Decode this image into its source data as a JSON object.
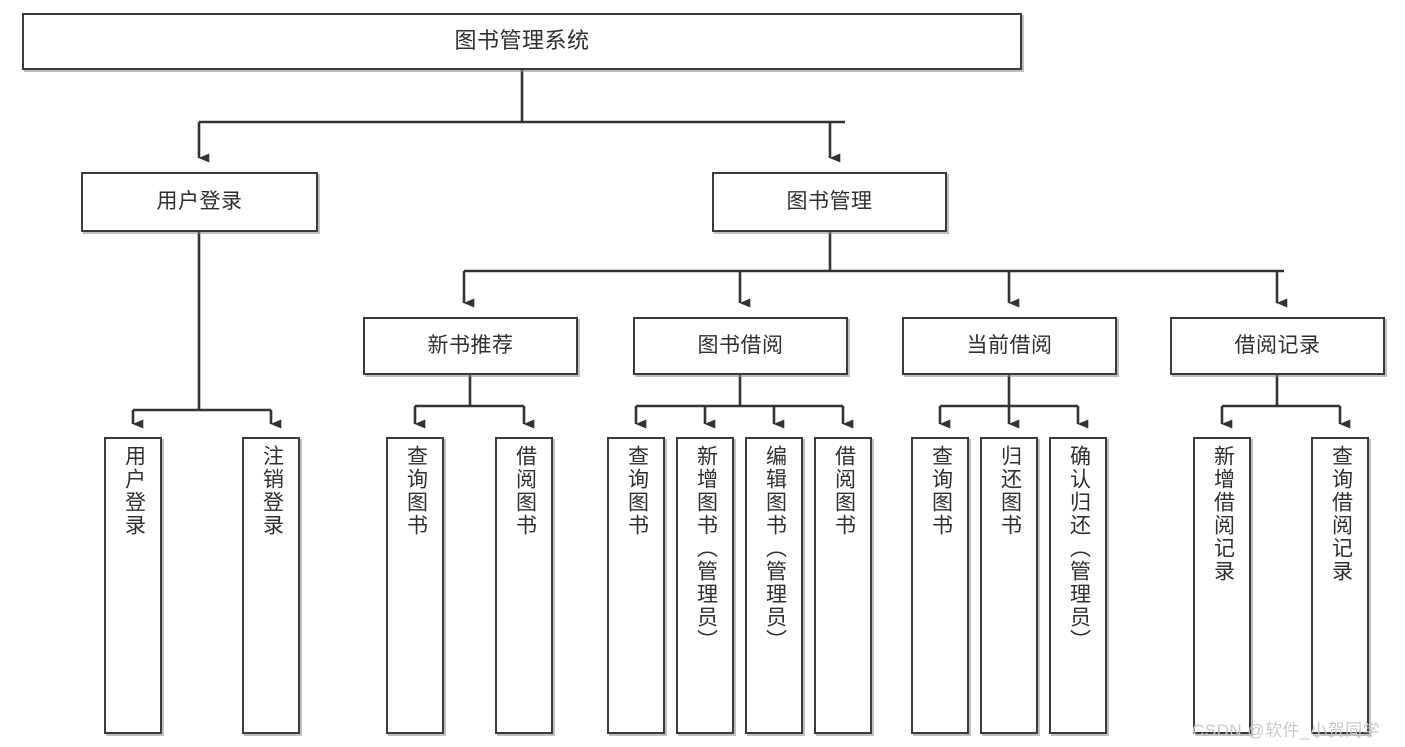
{
  "diagram": {
    "title": "图书管理系统",
    "type": "tree",
    "colors": {
      "box_border": "#3a3a3a",
      "box_fill": "#ffffff",
      "text": "#2f2f2f",
      "edge": "#333333",
      "watermark": "#c9c9c9",
      "background": "#ffffff"
    },
    "nodes": {
      "root": {
        "label": "图书管理系统"
      },
      "level2": [
        {
          "id": "user-login",
          "label": "用户登录"
        },
        {
          "id": "book-management",
          "label": "图书管理"
        }
      ],
      "level3": [
        {
          "id": "new-book-recommend",
          "label": "新书推荐"
        },
        {
          "id": "book-borrow",
          "label": "图书借阅"
        },
        {
          "id": "current-borrow",
          "label": "当前借阅"
        },
        {
          "id": "borrow-record",
          "label": "借阅记录"
        }
      ],
      "leaves": {
        "user_login": [
          {
            "id": "user-login-leaf",
            "label": "用户登录"
          },
          {
            "id": "logout-leaf",
            "label": "注销登录"
          }
        ],
        "new_book_recommend": [
          {
            "id": "query-book-1",
            "label": "查询图书"
          },
          {
            "id": "borrow-book-1",
            "label": "借阅图书"
          }
        ],
        "book_borrow": [
          {
            "id": "query-book-2",
            "label": "查询图书"
          },
          {
            "id": "add-book",
            "label": "新增图书（管理员）"
          },
          {
            "id": "edit-book",
            "label": "编辑图书（管理员）"
          },
          {
            "id": "borrow-book-2",
            "label": "借阅图书"
          }
        ],
        "current_borrow": [
          {
            "id": "query-book-3",
            "label": "查询图书"
          },
          {
            "id": "return-book",
            "label": "归还图书"
          },
          {
            "id": "confirm-return",
            "label": "确认归还（管理员）"
          }
        ],
        "borrow_record": [
          {
            "id": "add-borrow-record",
            "label": "新增借阅记录"
          },
          {
            "id": "query-borrow-record",
            "label": "查询借阅记录"
          }
        ]
      }
    },
    "watermark": "CSDN @软件_小贺同学"
  }
}
